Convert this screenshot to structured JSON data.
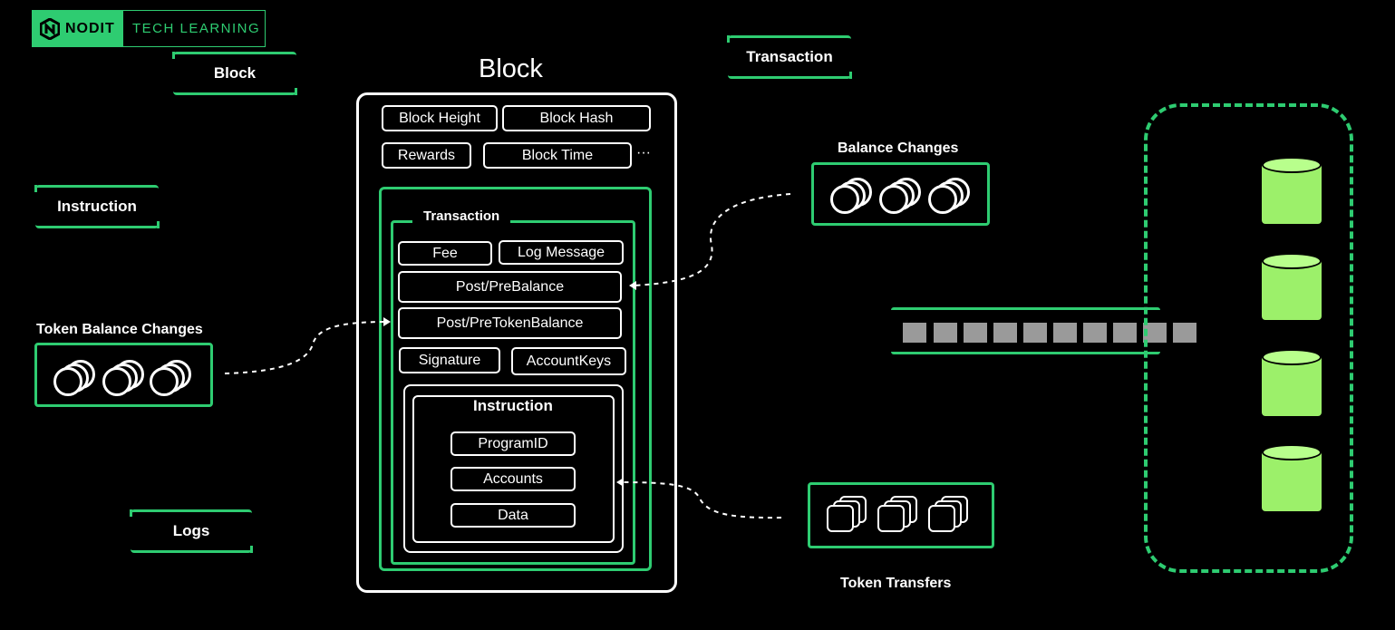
{
  "brand": {
    "logo": "NODIT",
    "subtitle": "TECH LEARNING"
  },
  "left_labels": {
    "block": "Block",
    "instruction": "Instruction",
    "token_balance_changes": "Token Balance Changes",
    "logs": "Logs"
  },
  "top_labels": {
    "transaction": "Transaction"
  },
  "block": {
    "title": "Block",
    "fields": {
      "height": "Block Height",
      "hash": "Block Hash",
      "rewards": "Rewards",
      "time": "Block Time",
      "more": "···"
    },
    "transaction": {
      "title": "Transaction",
      "fields": {
        "fee": "Fee",
        "log": "Log Message",
        "pre_balance": "Post/PreBalance",
        "pre_token_balance": "Post/PreTokenBalance",
        "signature": "Signature",
        "account_keys": "AccountKeys"
      },
      "instruction": {
        "title": "Instruction",
        "fields": [
          "ProgramID",
          "Accounts",
          "Data"
        ]
      }
    }
  },
  "right_labels": {
    "balance_changes": "Balance Changes",
    "token_transfers": "Token Transfers"
  },
  "colors": {
    "accent": "#2ecc71",
    "db": "#9cf06a",
    "queue": "#9a9a9a"
  },
  "icons": {
    "brand": "nodit-logo-icon",
    "coins": "coin-stack-icon",
    "tokens": "token-stack-icon",
    "db": "database-icon"
  }
}
